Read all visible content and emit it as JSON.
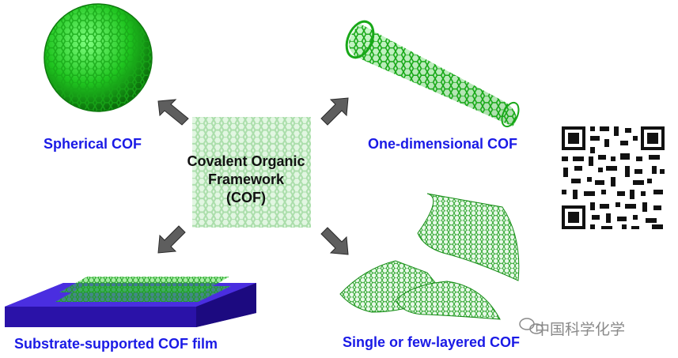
{
  "center": {
    "line1": "Covalent Organic",
    "line2": "Framework",
    "line3": "(COF)"
  },
  "captions": {
    "spherical": "Spherical COF",
    "one_dimensional": "One-dimensional COF",
    "substrate": "Substrate-supported COF film",
    "single_layer": "Single or few-layered COF"
  },
  "watermark": "中国科学化学",
  "colors": {
    "caption": "#1a1ae6",
    "cof_green": "#2fcc2f",
    "substrate_blue": "#3a14c8",
    "arrow_gray": "#6a6a6a"
  }
}
